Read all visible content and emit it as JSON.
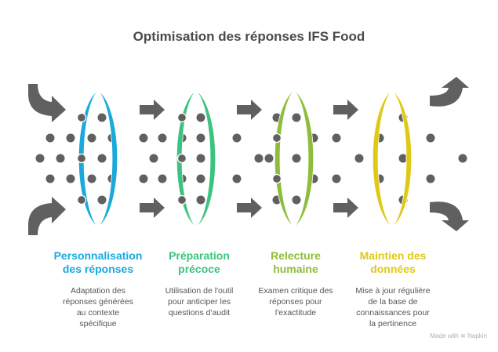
{
  "title": "Optimisation des réponses IFS Food",
  "colors": {
    "arrow": "#606060",
    "dot": "#606060",
    "text_body": "#555555",
    "title": "#4a4a4a"
  },
  "steps": [
    {
      "title_line1": "Personnalisation",
      "title_line2": "des réponses",
      "desc_lines": [
        "Adaptation des",
        "réponses générées",
        "au contexte",
        "spécifique"
      ],
      "color": "#1ba8dc"
    },
    {
      "title_line1": "Préparation",
      "title_line2": "précoce",
      "desc_lines": [
        "Utilisation de l'outil",
        "pour anticiper les",
        "questions d'audit"
      ],
      "color": "#3cc37f"
    },
    {
      "title_line1": "Relecture",
      "title_line2": "humaine",
      "desc_lines": [
        "Examen critique des",
        "réponses pour",
        "l'exactitude"
      ],
      "color": "#8dbd3a"
    },
    {
      "title_line1": "Maintien des",
      "title_line2": "données",
      "desc_lines": [
        "Mise à jour régulière",
        "de la base de",
        "connaissances pour",
        "la pertinence"
      ],
      "color": "#e0c914"
    }
  ],
  "footer": {
    "made_with": "Made with",
    "brand": "Napkin"
  }
}
